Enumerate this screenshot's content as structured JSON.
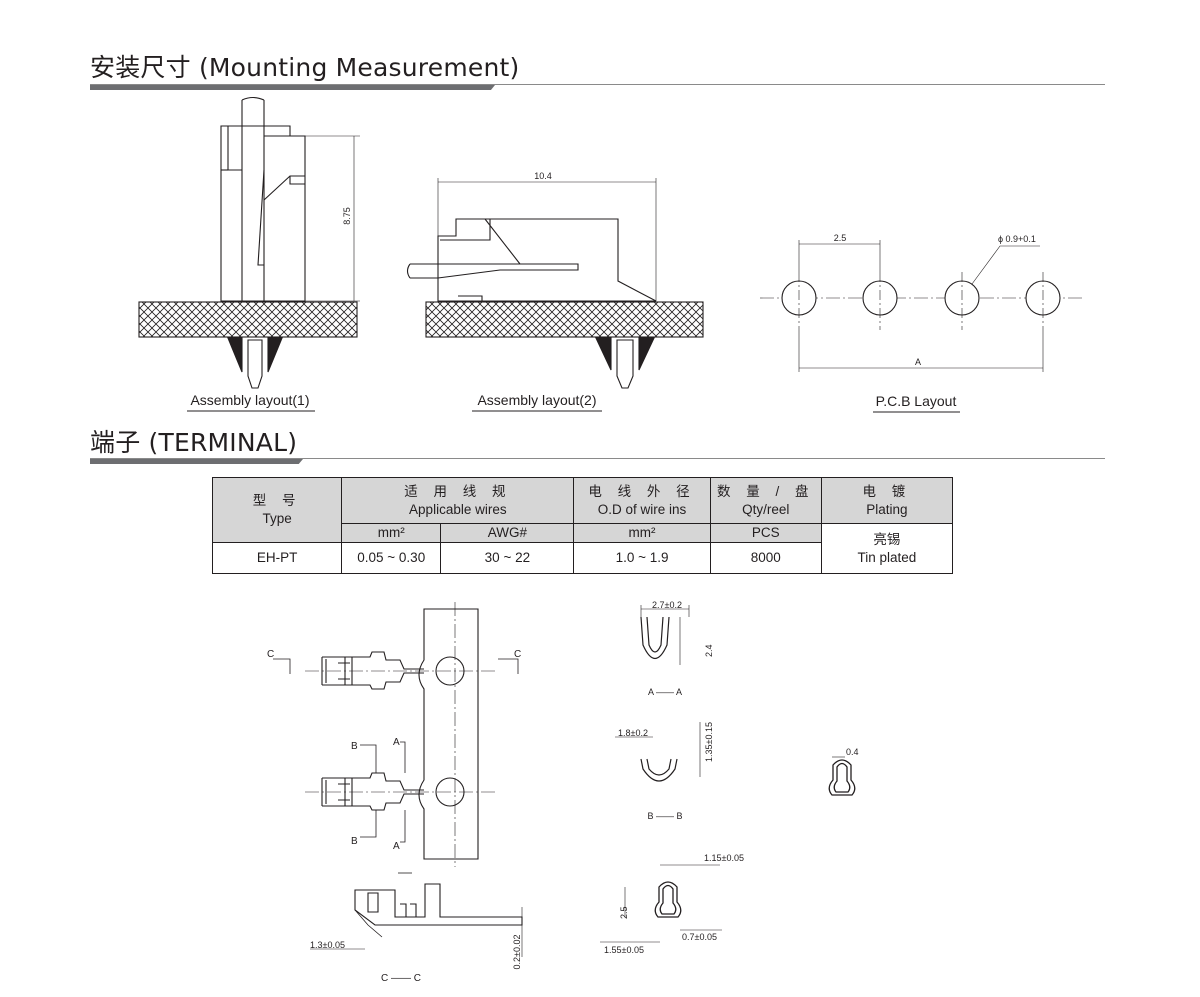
{
  "section1": {
    "title": "安装尺寸  (Mounting Measurement)"
  },
  "drawing1": {
    "dim_height": "8.75",
    "dim_width": "10.4",
    "dim_pitch": "2.5",
    "dim_hole": "ϕ 0.9+0.1",
    "dim_a": "A",
    "caption1": "Assembly layout(1)",
    "caption2": "Assembly layout(2)",
    "caption3": "P.C.B Layout"
  },
  "section2": {
    "title": "端子  (TERMINAL)"
  },
  "table": {
    "type_cn": "型 号",
    "type_en": "Type",
    "wires_cn": "适 用 线 规",
    "wires_en": "Applicable wires",
    "od_cn": "电 线 外 径",
    "od_en": "O.D of wire ins",
    "qty_cn": "数 量 / 盘",
    "qty_en": "Qty/reel",
    "plating_cn": "电 镀",
    "plating_en": "Plating",
    "unit_mm2": "mm²",
    "unit_awg": "AWG#",
    "unit_od": "mm²",
    "unit_pcs": "PCS",
    "row": {
      "type": "EH-PT",
      "mm2": "0.05 ~ 0.30",
      "awg": "30 ~ 22",
      "od": "1.0 ~ 1.9",
      "qty": "8000",
      "plating_cn": "亮锡",
      "plating_en": "Tin plated"
    }
  },
  "terminal": {
    "lbl_c": "C",
    "lbl_a": "A",
    "lbl_b": "B",
    "dim_13": "1.3±0.05",
    "dim_02": "0.2±0.02",
    "sec_cc": "C —— C",
    "dim_27": "2.7±0.2",
    "dim_24": "2.4",
    "sec_aa": "A —— A",
    "dim_18": "1.8±0.2",
    "dim_135": "1.35±0.15",
    "sec_bb": "B —— B",
    "dim_115": "1.15±0.05",
    "dim_25": "2.5",
    "dim_07": "0.7±0.05",
    "dim_155": "1.55±0.05",
    "dim_04": "0.4"
  }
}
